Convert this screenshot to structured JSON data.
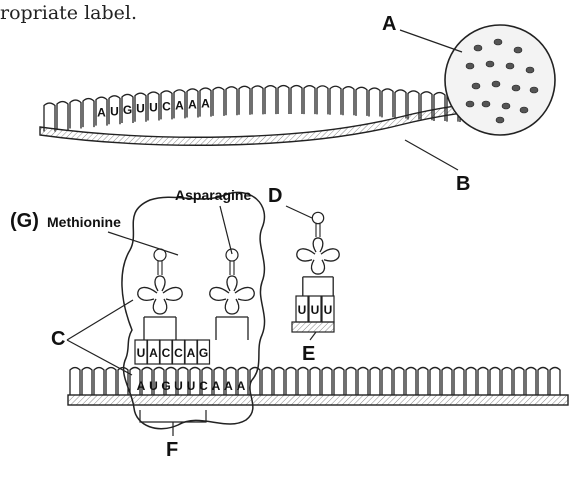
{
  "intro_text": "ropriate label.",
  "labels": {
    "A": "A",
    "B": "B",
    "C": "C",
    "D": "D",
    "E": "E",
    "F": "F",
    "G": "(G)",
    "methionine": "Methionine",
    "asparagine": "Asparagine"
  },
  "mrna_top_codons": [
    "A",
    "U",
    "G",
    "U",
    "U",
    "C",
    "A",
    "A",
    "A"
  ],
  "mrna_bottom_bases": [
    "A",
    "U",
    "G",
    "U",
    "U",
    "C",
    "A",
    "A",
    "A"
  ],
  "trna_anticodons": [
    [
      "U",
      "A",
      "C"
    ],
    [
      "C",
      "A",
      "G"
    ]
  ],
  "free_trna_anticodon": [
    "U",
    "U",
    "U"
  ]
}
